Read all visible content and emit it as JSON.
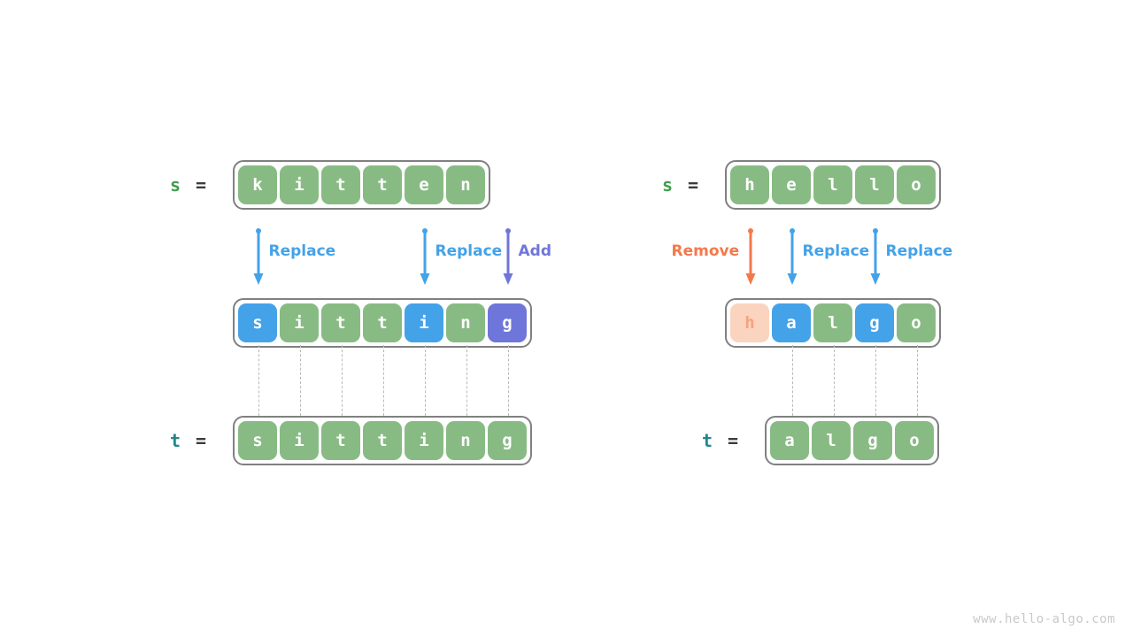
{
  "watermark": "www.hello-algo.com",
  "colors": {
    "green": "#88bb84",
    "blue": "#44a2e8",
    "purple": "#6f76d9",
    "peach": "#fbd4bf",
    "orange": "#f4794a",
    "s_label": "#3f9e4d",
    "t_label": "#23878a",
    "border": "#808080",
    "dash": "#b9b9b9"
  },
  "left": {
    "source": {
      "var": "s",
      "eq": "=",
      "cells": [
        {
          "ch": "k",
          "color": "green"
        },
        {
          "ch": "i",
          "color": "green"
        },
        {
          "ch": "t",
          "color": "green"
        },
        {
          "ch": "t",
          "color": "green"
        },
        {
          "ch": "e",
          "color": "green"
        },
        {
          "ch": "n",
          "color": "green"
        }
      ]
    },
    "operations": [
      {
        "label": "Replace",
        "kind": "replace",
        "target_index": 0
      },
      {
        "label": "Replace",
        "kind": "replace",
        "target_index": 4
      },
      {
        "label": "Add",
        "kind": "add",
        "target_index": 6
      }
    ],
    "result": {
      "cells": [
        {
          "ch": "s",
          "color": "blue"
        },
        {
          "ch": "i",
          "color": "green"
        },
        {
          "ch": "t",
          "color": "green"
        },
        {
          "ch": "t",
          "color": "green"
        },
        {
          "ch": "i",
          "color": "blue"
        },
        {
          "ch": "n",
          "color": "green"
        },
        {
          "ch": "g",
          "color": "purple"
        }
      ]
    },
    "target": {
      "var": "t",
      "eq": "=",
      "cells": [
        {
          "ch": "s",
          "color": "green"
        },
        {
          "ch": "i",
          "color": "green"
        },
        {
          "ch": "t",
          "color": "green"
        },
        {
          "ch": "t",
          "color": "green"
        },
        {
          "ch": "i",
          "color": "green"
        },
        {
          "ch": "n",
          "color": "green"
        },
        {
          "ch": "g",
          "color": "green"
        }
      ]
    }
  },
  "right": {
    "source": {
      "var": "s",
      "eq": "=",
      "cells": [
        {
          "ch": "h",
          "color": "green"
        },
        {
          "ch": "e",
          "color": "green"
        },
        {
          "ch": "l",
          "color": "green"
        },
        {
          "ch": "l",
          "color": "green"
        },
        {
          "ch": "o",
          "color": "green"
        }
      ]
    },
    "operations": [
      {
        "label": "Remove",
        "kind": "remove",
        "target_index": 0
      },
      {
        "label": "Replace",
        "kind": "replace",
        "target_index": 1
      },
      {
        "label": "Replace",
        "kind": "replace",
        "target_index": 3
      }
    ],
    "result": {
      "cells": [
        {
          "ch": "h",
          "color": "peach"
        },
        {
          "ch": "a",
          "color": "blue"
        },
        {
          "ch": "l",
          "color": "green"
        },
        {
          "ch": "g",
          "color": "blue"
        },
        {
          "ch": "o",
          "color": "green"
        }
      ]
    },
    "target": {
      "var": "t",
      "eq": "=",
      "cells": [
        {
          "ch": "a",
          "color": "green"
        },
        {
          "ch": "l",
          "color": "green"
        },
        {
          "ch": "g",
          "color": "green"
        },
        {
          "ch": "o",
          "color": "green"
        }
      ]
    }
  }
}
